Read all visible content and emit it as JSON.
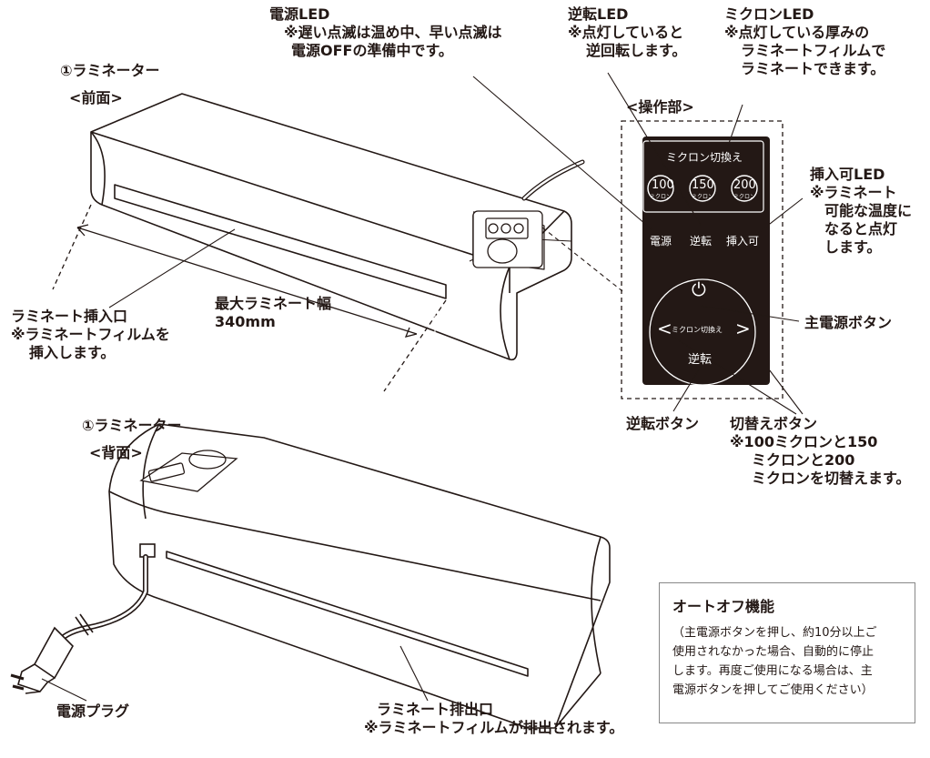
{
  "front_section": {
    "title": "①ラミネーター",
    "subtitle": "<前面>"
  },
  "back_section": {
    "title": "①ラミネーター",
    "subtitle": "<背面>"
  },
  "control_section": {
    "title": "<操作部>"
  },
  "callouts": {
    "power_led": [
      "電源LED",
      "※遅い点滅は温め中、早い点滅は",
      "電源OFFの準備中です。"
    ],
    "reverse_led": [
      "逆転LED",
      "※点灯していると",
      "逆回転します。"
    ],
    "micron_led": [
      "ミクロンLED",
      "※点灯している厚みの",
      "ラミネートフィルムで",
      "ラミネートできます。"
    ],
    "insert_led": [
      "挿入可LED",
      "※ラミネート",
      "可能な温度に",
      "なると点灯",
      "します。"
    ],
    "main_power_button": [
      "主電源ボタン"
    ],
    "reverse_button": [
      "逆転ボタン"
    ],
    "switch_button": [
      "切替えボタン",
      "※100ミクロンと150",
      "ミクロンと200",
      "ミクロンを切替えます。"
    ],
    "insert_slot": [
      "ラミネート挿入口",
      "※ラミネートフィルムを",
      "挿入します。"
    ],
    "max_width": [
      "最大ラミネート幅",
      "340mm"
    ],
    "power_plug": [
      "電源プラグ"
    ],
    "output_slot": [
      "ラミネート排出口",
      "※ラミネートフィルムが排出されます。"
    ]
  },
  "panel": {
    "micron_switch_label": "ミクロン切換え",
    "micron_options": [
      {
        "value": "100",
        "unit": "ミクロン"
      },
      {
        "value": "150",
        "unit": "ミクロン"
      },
      {
        "value": "200",
        "unit": "ミクロン"
      }
    ],
    "led_labels": [
      "電源",
      "逆転",
      "挿入可"
    ],
    "dial_center_label": "ミクロン切換え",
    "dial_left_arrow": "<",
    "dial_right_arrow": ">",
    "dial_bottom_label": "逆転",
    "power_symbol": "⏻",
    "colors": {
      "panel": "#231815",
      "text": "#ffffff",
      "line": "#231815"
    }
  },
  "auto_off": {
    "title": "オートオフ機能",
    "body": [
      "（主電源ボタンを押し、約10分以上ご",
      "使用されなかった場合、自動的に停止",
      "します。再度ご使用になる場合は、主",
      "電源ボタンを押してご使用ください）"
    ]
  }
}
